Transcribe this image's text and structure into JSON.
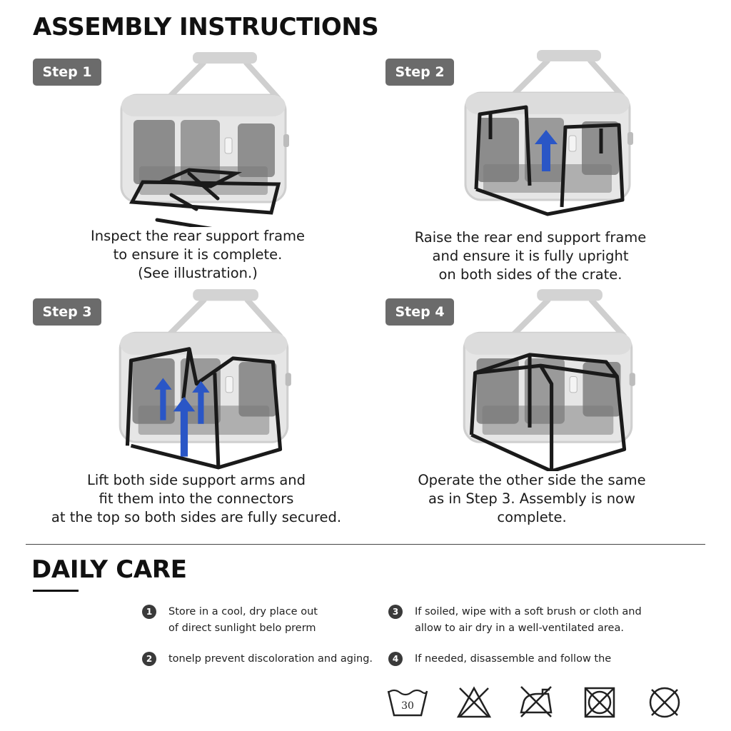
{
  "title": "ASSEMBLY INSTRUCTIONS",
  "steps": [
    {
      "badge": "Step 1",
      "caption": "Inspect the rear support frame\nto ensure it is complete.\n(See illustration.)"
    },
    {
      "badge": "Step 2",
      "caption": "Raise the rear end support frame\nand ensure it is fully upright\non both sides of the crate."
    },
    {
      "badge": "Step 3",
      "caption": "Lift both side support arms and\nfit them into the connectors\nat the top so both sides are fully secured."
    },
    {
      "badge": "Step 4",
      "caption": "Operate the other side the same\nas in Step 3. Assembly is now\ncomplete."
    }
  ],
  "daily_care": {
    "title": "DAILY CARE",
    "items": [
      {
        "num": "1",
        "text": "Store in a cool, dry place out\nof direct sunlight    belo prerm"
      },
      {
        "num": "2",
        "text": "tonelp prevent discoloration and aging."
      },
      {
        "num": "3",
        "text": "If soiled, wipe with a soft brush or cloth and\nallow to air dry in a well-ventilated area."
      },
      {
        "num": "4",
        "text": "If needed, disassemble and follow the"
      }
    ],
    "icons": [
      {
        "name": "wash-30-icon",
        "label": "30"
      },
      {
        "name": "do-not-bleach-icon"
      },
      {
        "name": "do-not-iron-icon"
      },
      {
        "name": "do-not-tumble-dry-icon"
      },
      {
        "name": "do-not-dry-clean-icon"
      }
    ]
  },
  "colors": {
    "badge": "#6b6b6b",
    "arrow": "#2a56c6",
    "frame": "#1a1a1a",
    "crate": "#e4e4e4"
  }
}
